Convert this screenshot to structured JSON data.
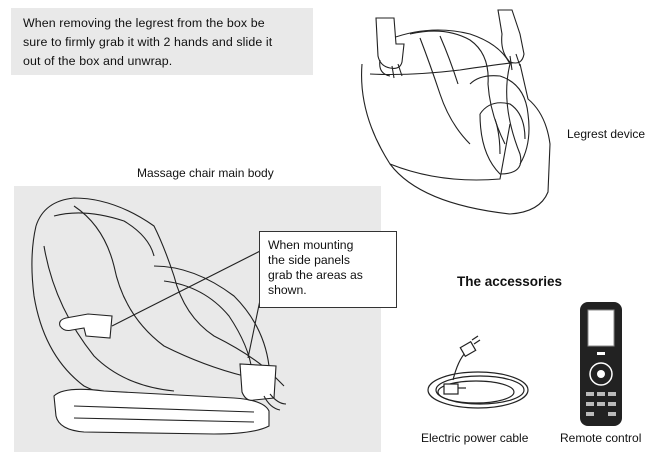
{
  "note": {
    "lines": [
      "When removing the legrest from the box be",
      "sure to firmly grab it with 2 hands and slide it",
      "out of the box and unwrap."
    ]
  },
  "legrest": {
    "label": "Legrest device"
  },
  "chair": {
    "label": "Massage chair main body",
    "callout_lines": [
      "When mounting",
      "the side panels",
      "grab the areas as",
      "shown."
    ]
  },
  "accessories": {
    "heading": "The accessories",
    "items": [
      {
        "label": "Electric power cable",
        "icon": "power-cable-icon"
      },
      {
        "label": "Remote control",
        "icon": "remote-control-icon"
      }
    ]
  }
}
